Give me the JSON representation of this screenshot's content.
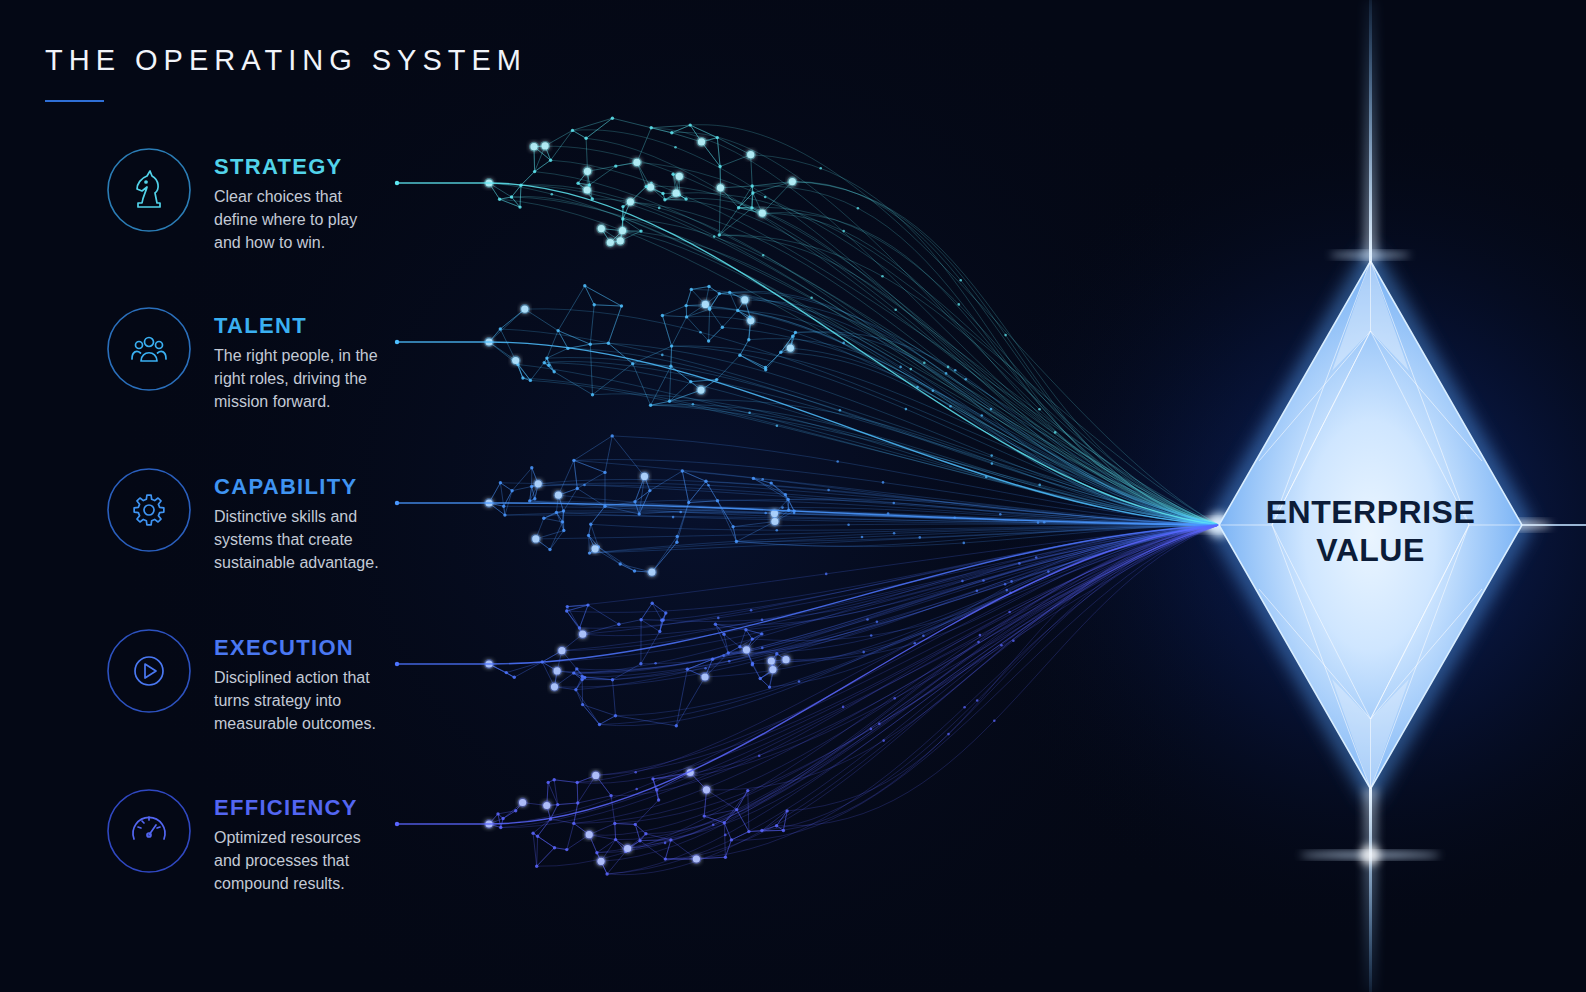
{
  "diagram": {
    "title": "THE OPERATING SYSTEM",
    "nodes": [
      {
        "text": [
          "STRATEGY",
          "Clear choices that define where to play and how to win."
        ]
      },
      {
        "text": [
          "TALENT",
          "The right people, in the right roles, driving the mission forward."
        ]
      },
      {
        "text": [
          "CAPABILITY",
          "Distinctive skills and systems that create sustainable advantage."
        ]
      },
      {
        "text": [
          "EXECUTION",
          "Disciplined action that turns strategy into measurable outcomes."
        ]
      },
      {
        "text": [
          "EFFICIENCY",
          "Optimized resources and processes that compound results."
        ]
      },
      {
        "text": [
          "ENTERPRISE VALUE"
        ]
      }
    ],
    "edges": [
      {
        "from": 0,
        "to": 5,
        "arrow": "none"
      },
      {
        "from": 1,
        "to": 5,
        "arrow": "none"
      },
      {
        "from": 2,
        "to": 5,
        "arrow": "none"
      },
      {
        "from": 3,
        "to": 5,
        "arrow": "none"
      },
      {
        "from": 4,
        "to": 5,
        "arrow": "none"
      }
    ]
  }
}
